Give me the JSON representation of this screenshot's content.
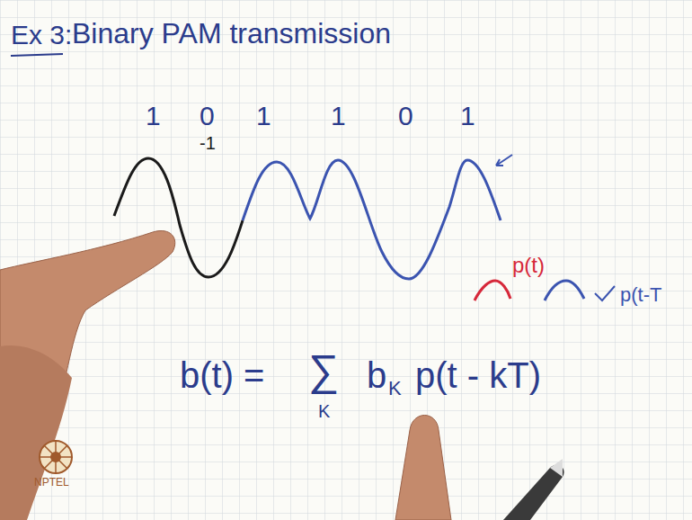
{
  "diagram": {
    "title": "Binary PAM transmission",
    "labels": [
      "Ex 3:",
      "1",
      "0",
      "1",
      "1",
      "0",
      "1",
      "-1",
      "p(t)",
      "p(t-T",
      "b(t) =",
      "∑",
      "K",
      "b",
      "K",
      "p(t - kT)",
      "NPTEL"
    ]
  }
}
